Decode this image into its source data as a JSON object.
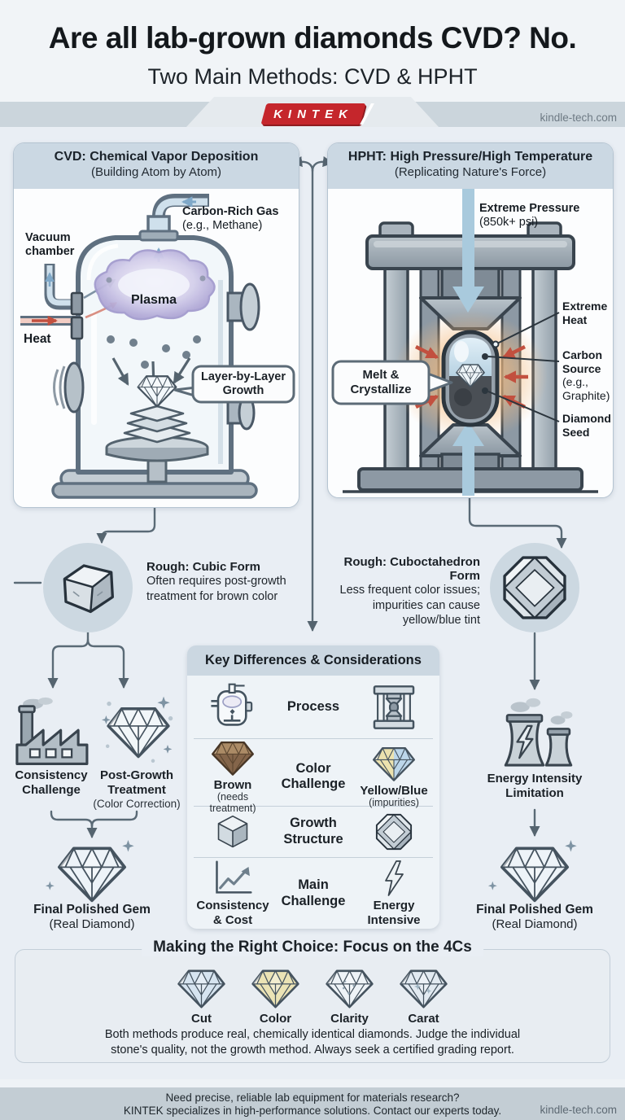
{
  "header": {
    "title": "Are all lab-grown diamonds CVD? No.",
    "subtitle": "Two Main Methods: CVD & HPHT",
    "brand": "KINTEK",
    "website": "kindle-tech.com"
  },
  "cvd": {
    "title": "CVD: Chemical Vapor Deposition",
    "subtitle": "(Building Atom by Atom)",
    "labels": {
      "gas_main": "Carbon-Rich Gas",
      "gas_sub": "(e.g., Methane)",
      "vacuum": "Vacuum\nchamber",
      "heat": "Heat",
      "plasma": "Plasma",
      "growth": "Layer-by-Layer\nGrowth"
    },
    "rough_title": "Rough: Cubic Form",
    "rough_desc": "Often requires post-growth\ntreatment for brown color",
    "challenge_factory": "Consistency\nChallenge",
    "challenge_treatment": "Post-Growth\nTreatment",
    "challenge_treatment_sub": "(Color Correction)",
    "final_title": "Final Polished Gem",
    "final_sub": "(Real Diamond)"
  },
  "hpht": {
    "title": "HPHT: High Pressure/High Temperature",
    "subtitle": "(Replicating Nature's Force)",
    "labels": {
      "pressure_main": "Extreme Pressure",
      "pressure_sub": "(850k+ psi)",
      "heat": "Extreme\nHeat",
      "carbon_main": "Carbon\nSource",
      "carbon_sub": "(e.g.,\nGraphite)",
      "seed": "Diamond\nSeed",
      "melt": "Melt &\nCrystallize"
    },
    "rough_title": "Rough: Cuboctahedron Form",
    "rough_desc": "Less frequent color issues;\nimpurities can cause\nyellow/blue tint",
    "challenge_energy": "Energy Intensity\nLimitation",
    "final_title": "Final Polished Gem",
    "final_sub": "(Real Diamond)"
  },
  "comparison": {
    "title": "Key Differences & Considerations",
    "rows": [
      {
        "label": "Process"
      },
      {
        "label": "Color\nChallenge",
        "left": "Brown",
        "left_sub": "(needs treatment)",
        "right": "Yellow/Blue",
        "right_sub": "(impurities)"
      },
      {
        "label": "Growth\nStructure"
      },
      {
        "label": "Main\nChallenge",
        "left": "Consistency\n& Cost",
        "right": "Energy\nIntensive"
      }
    ]
  },
  "choice": {
    "title": "Making the Right Choice: Focus on the 4Cs",
    "cs": [
      "Cut",
      "Color",
      "Clarity",
      "Carat"
    ],
    "note": "Both methods produce real, chemically identical diamonds. Judge the individual\nstone's quality, not the growth method. Always seek a certified grading report."
  },
  "footer": {
    "line1": "Need precise, reliable lab equipment for materials research?",
    "line2": "KINTEK specializes in high-performance solutions. Contact our experts today.",
    "website": "kindle-tech.com"
  },
  "colors": {
    "brand_red": "#c5262c",
    "page_bg": "#e9eef4",
    "panel_header_bg": "#cbd8e3",
    "flow_line": "#5a6a76",
    "glow_orange": "#f3b577",
    "plasma_purple": "#b3abd8"
  }
}
